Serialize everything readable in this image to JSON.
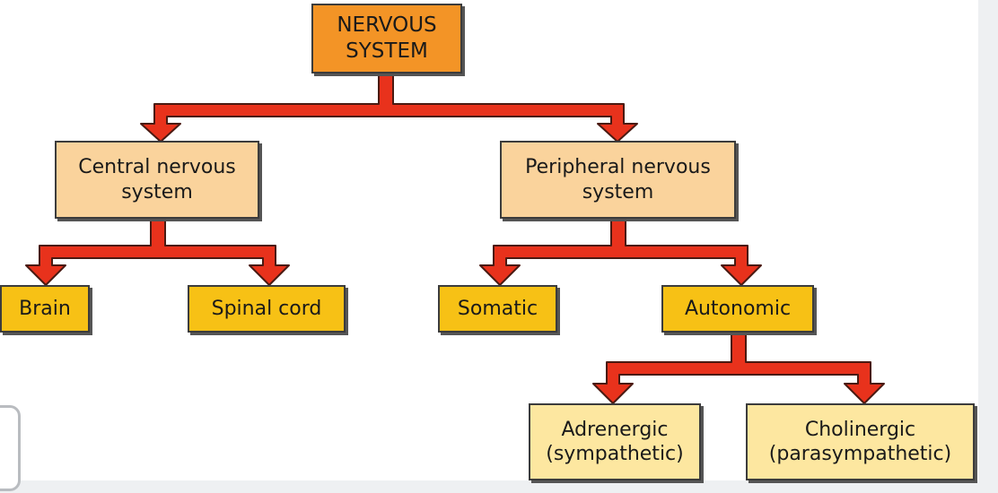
{
  "diagram": {
    "root": "NERVOUS\nSYSTEM",
    "cns": "Central nervous\nsystem",
    "pns": "Peripheral nervous\nsystem",
    "brain": "Brain",
    "spinal_cord": "Spinal cord",
    "somatic": "Somatic",
    "autonomic": "Autonomic",
    "adrenergic": "Adrenergic\n(sympathetic)",
    "cholinergic": "Cholinergic\n(parasympathetic)"
  },
  "colors": {
    "root_fill": "#f39426",
    "level1_fill": "#fad39c",
    "level2_fill": "#f7c115",
    "level3_fill": "#fde7a0",
    "arrow_fill": "#e8321c",
    "arrow_outline": "#4a1a12"
  }
}
